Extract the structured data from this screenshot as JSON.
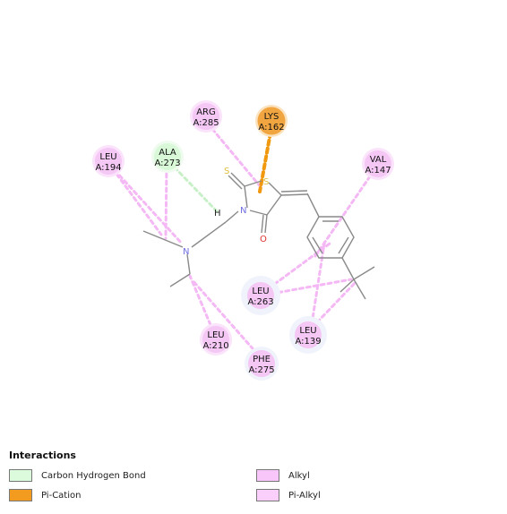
{
  "residues": [
    {
      "id": "ARG",
      "chain": "A:285",
      "type": "alkyl",
      "color": "#f4c7f4"
    },
    {
      "id": "LYS",
      "chain": "A:162",
      "type": "pi-cation",
      "color": "#f0a540"
    },
    {
      "id": "LEU",
      "chain": "A:194",
      "type": "alkyl",
      "color": "#f4c7f4"
    },
    {
      "id": "ALA",
      "chain": "A:273",
      "type": "carbon-hydrogen-bond",
      "color": "#d8f8d8"
    },
    {
      "id": "VAL",
      "chain": "A:147",
      "type": "pi-alkyl",
      "color": "#f4c7f4"
    },
    {
      "id": "LEU",
      "chain": "A:263",
      "type": "alkyl",
      "color": "#f4c7f4"
    },
    {
      "id": "LEU",
      "chain": "A:139",
      "type": "alkyl",
      "color": "#f4c7f4"
    },
    {
      "id": "LEU",
      "chain": "A:210",
      "type": "alkyl",
      "color": "#f4c7f4"
    },
    {
      "id": "PHE",
      "chain": "A:275",
      "type": "pi-alkyl",
      "color": "#f4c7f4"
    }
  ],
  "atoms": {
    "s_thione": "S",
    "s_ring": "S",
    "n_ring": "N",
    "o_carbonyl": "O",
    "n_amine": "N",
    "h": "H"
  },
  "legend": {
    "title": "Interactions",
    "items": [
      {
        "label": "Carbon Hydrogen Bond",
        "color": "#dcfadc"
      },
      {
        "label": "Pi-Cation",
        "color": "#f29b1e"
      },
      {
        "label": "Alkyl",
        "color": "#f9c6f9"
      },
      {
        "label": "Pi-Alkyl",
        "color": "#fbcffb"
      }
    ]
  },
  "colors": {
    "alkyl_line": "#f4b8f4",
    "hbond_line": "#c8f0c8",
    "pication_line": "#f0980e",
    "bond": "#8a8a8a",
    "nitrogen": "#7070e0",
    "sulfur": "#e0c040",
    "oxygen": "#e03030"
  }
}
